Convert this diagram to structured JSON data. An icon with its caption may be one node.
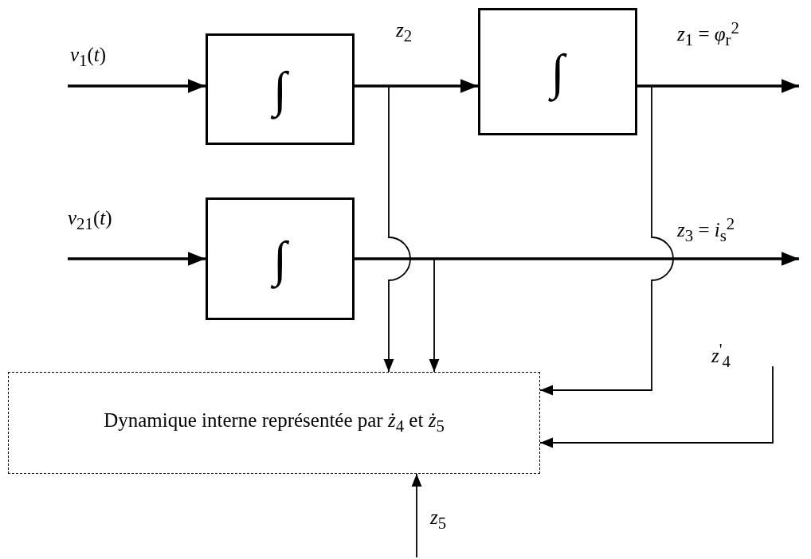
{
  "diagram": {
    "nodes": [
      {
        "text": [
          "∫"
        ]
      },
      {
        "text": [
          "∫"
        ]
      },
      {
        "text": [
          "∫"
        ]
      },
      {
        "text": [
          "Dynamique interne représentée par *ż*$_{4}$ et *ż*$_{5}$"
        ]
      }
    ],
    "edges": [
      {
        "from": null,
        "to": 0,
        "arrow": "to",
        "label": "*v*$_{1}$(*t*)",
        "style": "thick"
      },
      {
        "from": 0,
        "to": 1,
        "arrow": "to",
        "label": "*z*$_{2}$",
        "style": "thick"
      },
      {
        "from": 1,
        "to": null,
        "arrow": "to",
        "label": "*z*$_{1}$ = *φ*$_{r}$$^{2}$",
        "style": "thick"
      },
      {
        "from": null,
        "to": 2,
        "arrow": "to",
        "label": "*v*$_{21}$(*t*)",
        "style": "thick"
      },
      {
        "from": 2,
        "to": null,
        "arrow": "to",
        "label": "*z*$_{3}$ = *i*$_{s}$$^{2}$",
        "style": "thick"
      },
      {
        "from": 0,
        "to": 3,
        "arrow": "to"
      },
      {
        "from": 2,
        "to": 3,
        "arrow": "to"
      },
      {
        "from": 1,
        "to": 3,
        "arrow": "to"
      },
      {
        "from": null,
        "to": 3,
        "arrow": "to",
        "label": "*z*$^{'}$$_{4}$"
      },
      {
        "from": null,
        "to": 3,
        "arrow": "to",
        "label": "*z*$_{5}$"
      }
    ]
  }
}
